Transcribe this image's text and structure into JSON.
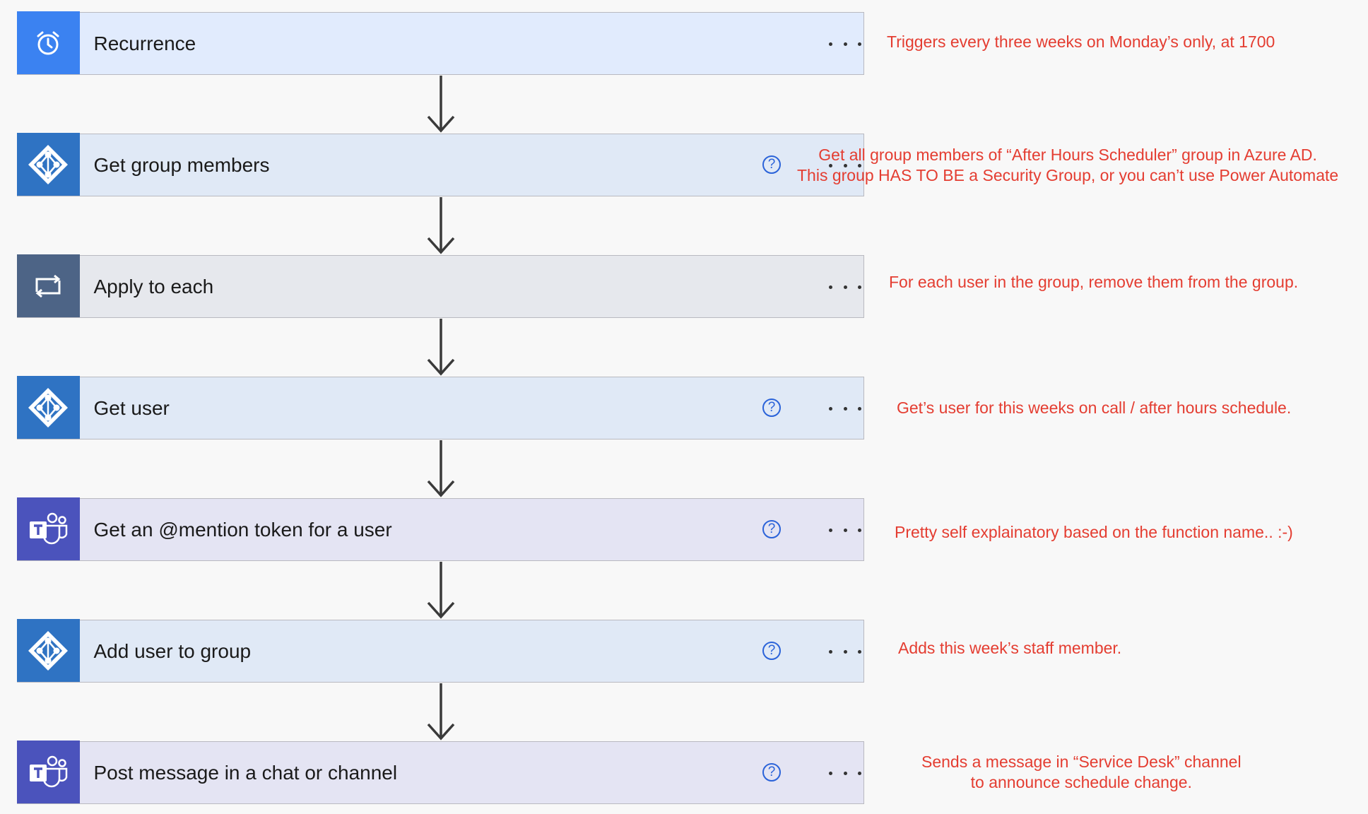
{
  "steps": [
    {
      "title": "Recurrence",
      "icon": "alarm-clock-icon",
      "help": false
    },
    {
      "title": "Get group members",
      "icon": "azure-ad-icon",
      "help": true
    },
    {
      "title": "Apply to each",
      "icon": "loop-icon",
      "help": false
    },
    {
      "title": "Get user",
      "icon": "azure-ad-icon",
      "help": true
    },
    {
      "title": "Get an @mention token for a user",
      "icon": "teams-icon",
      "help": true
    },
    {
      "title": "Add user to group",
      "icon": "azure-ad-icon",
      "help": true
    },
    {
      "title": "Post message in a chat or channel",
      "icon": "teams-icon",
      "help": true
    }
  ],
  "help_glyph": "?",
  "annotations": [
    {
      "lines": [
        "Triggers every three weeks on Monday’s only, at 1700"
      ]
    },
    {
      "lines": [
        "Get all group members of “After Hours Scheduler” group in Azure AD.",
        "This group HAS TO BE a Security Group, or you can’t use Power Automate"
      ]
    },
    {
      "lines": [
        "For each user in the group, remove them from the group."
      ]
    },
    {
      "lines": [
        "Get’s user for this weeks on call / after hours schedule."
      ]
    },
    {
      "lines": [
        "Pretty self explainatory based on the function name.. :-)"
      ]
    },
    {
      "lines": [
        "Adds this week’s staff member."
      ]
    },
    {
      "lines": [
        "Sends a message in “Service Desk” channel",
        "to announce schedule change."
      ]
    }
  ],
  "colors": {
    "annotation": "#e43d31",
    "recurrence_icon_bg": "#3b82f1",
    "azure_ad_icon_bg": "#2f73c3",
    "loop_icon_bg": "#4d6486",
    "teams_icon_bg": "#4b53bc",
    "help_icon": "#2b63d9"
  }
}
